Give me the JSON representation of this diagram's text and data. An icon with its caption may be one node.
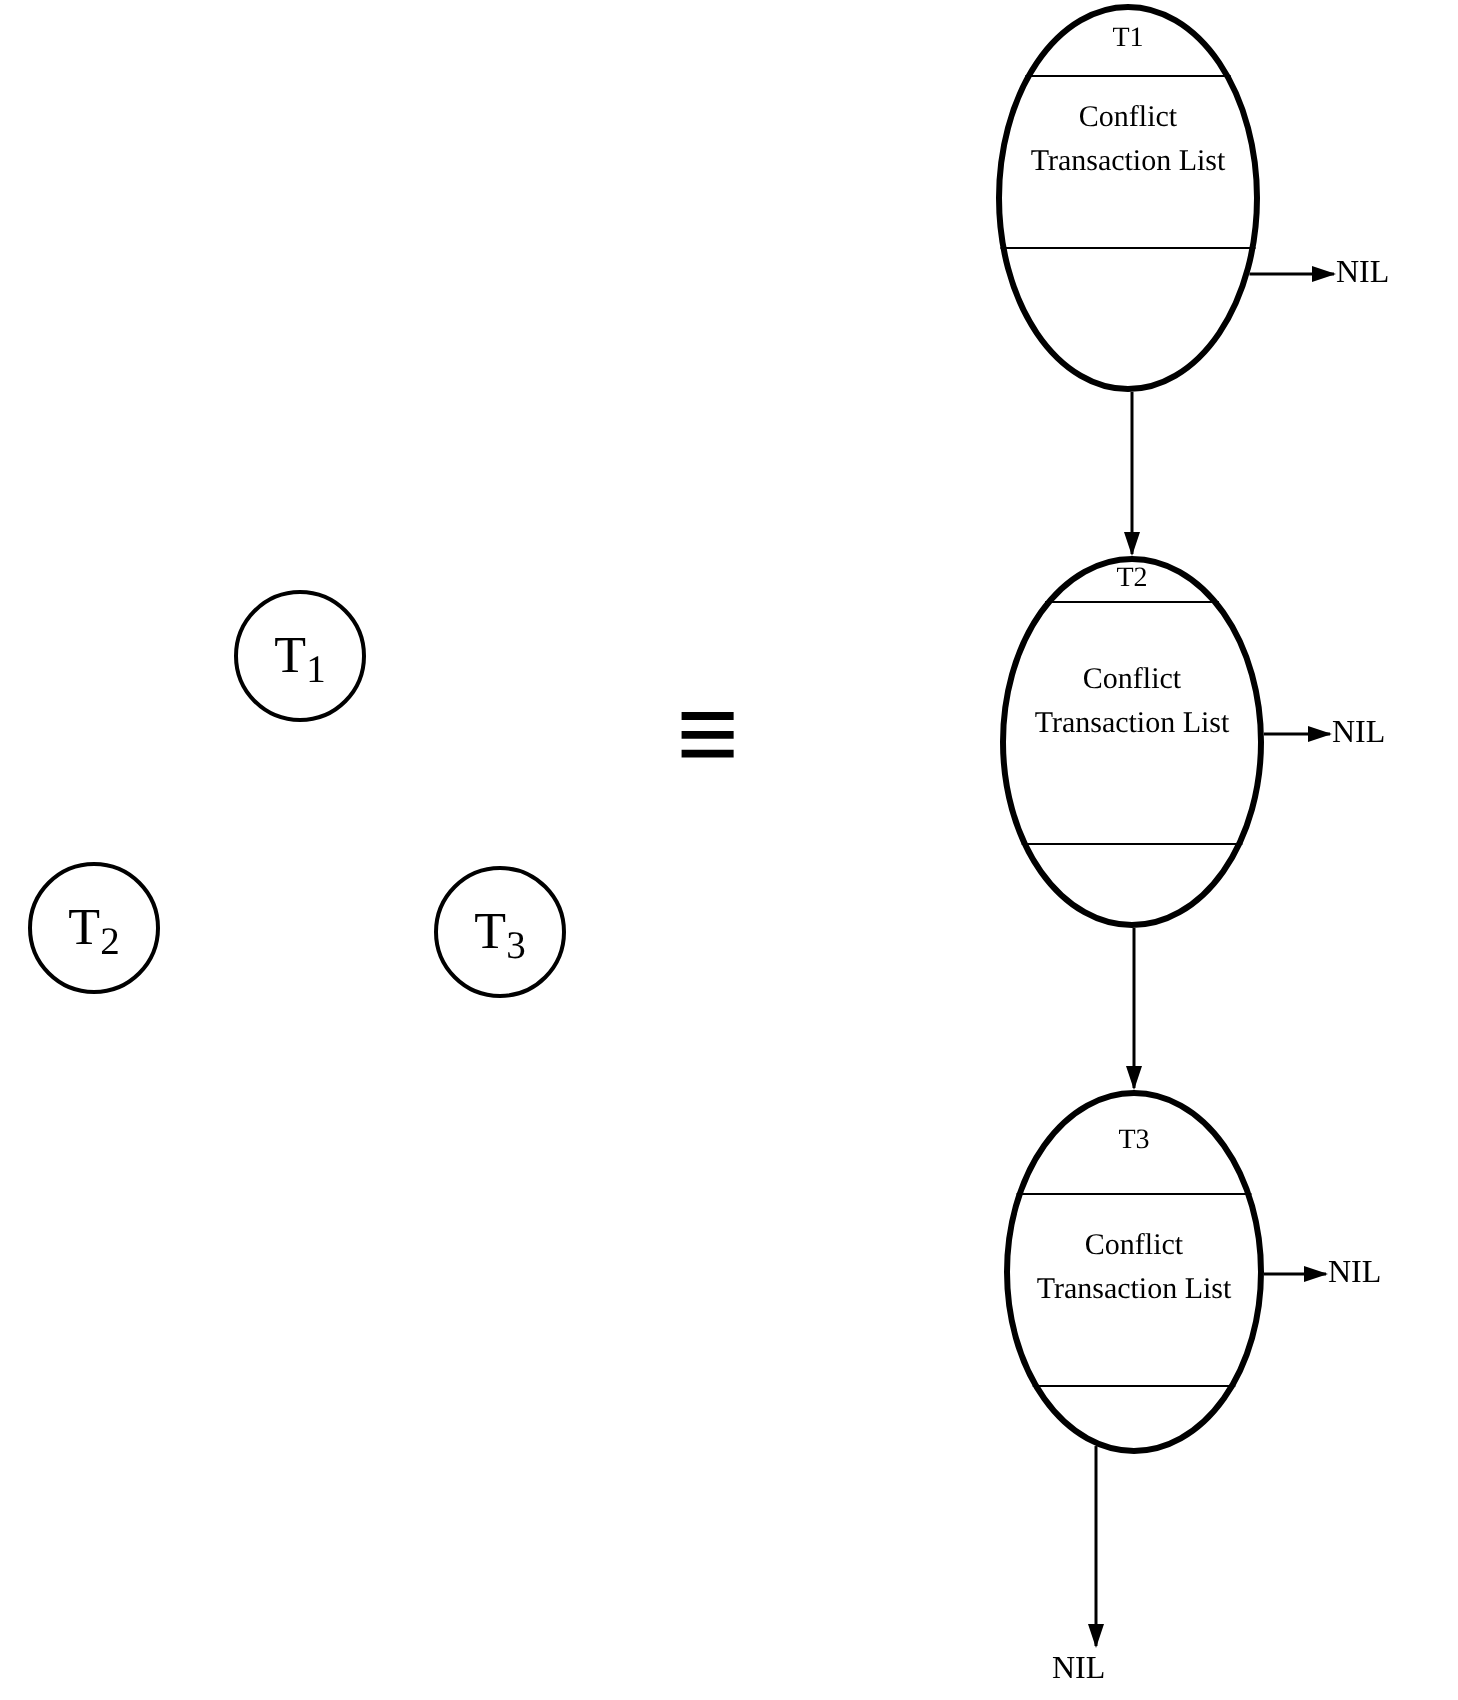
{
  "diagram": {
    "nodes": [
      {
        "text": [
          "T$_{1}$"
        ]
      },
      {
        "text": [
          "T$_{2}$"
        ]
      },
      {
        "text": [
          "T$_{3}$"
        ]
      },
      {
        "text": [
          "T1",
          "Conflict Transaction List"
        ]
      },
      {
        "text": [
          "NIL"
        ]
      },
      {
        "text": [
          "T2",
          "Conflict Transaction List"
        ]
      },
      {
        "text": [
          "NIL"
        ]
      },
      {
        "text": [
          "T3",
          "Conflict Transaction List"
        ]
      },
      {
        "text": [
          "NIL"
        ]
      },
      {
        "text": [
          "NIL"
        ]
      }
    ],
    "edges": [
      {
        "from": 3,
        "to": 4,
        "arrow": "to"
      },
      {
        "from": 3,
        "to": 5,
        "arrow": "to"
      },
      {
        "from": 5,
        "to": 6,
        "arrow": "to"
      },
      {
        "from": 5,
        "to": 7,
        "arrow": "to"
      },
      {
        "from": 7,
        "to": 8,
        "arrow": "to"
      },
      {
        "from": 7,
        "to": 9,
        "arrow": "to"
      }
    ],
    "labels": [
      "≡"
    ]
  }
}
